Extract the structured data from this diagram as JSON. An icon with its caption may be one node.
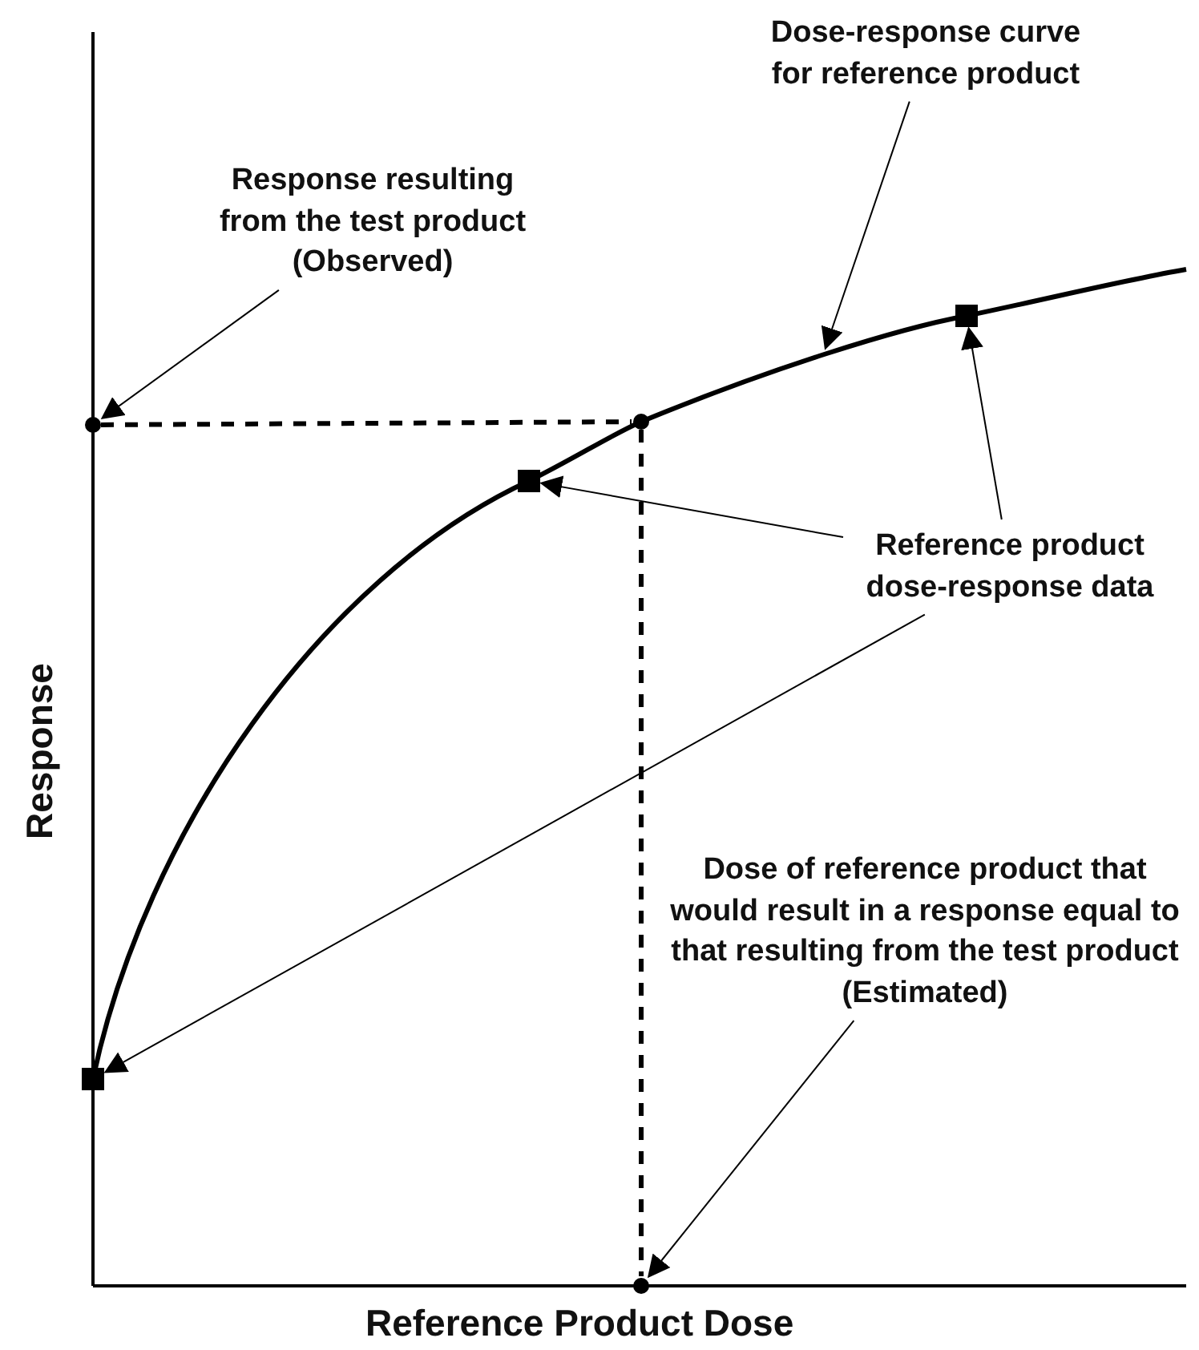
{
  "diagram": {
    "nodes": [
      {
        "text": [
          "Response resulting from the test product (Observed)"
        ]
      },
      {
        "text": [
          "Dose-response curve for reference product"
        ]
      },
      {
        "text": [
          "Reference product dose-response data"
        ]
      },
      {
        "text": [
          "Dose of reference product that would result in a response equal to that resulting from the test product (Estimated)"
        ]
      },
      {
        "text": [],
        "shape": "circle"
      },
      {
        "text": [],
        "shape": "box"
      },
      {
        "text": [],
        "shape": "box"
      },
      {
        "text": [],
        "shape": "box"
      },
      {
        "text": [],
        "shape": "circle"
      },
      {
        "text": [],
        "shape": "circle"
      }
    ],
    "edges": [
      {
        "from": 0,
        "to": 4,
        "arrow": "to"
      },
      {
        "from": 1,
        "to": null,
        "arrow": "to"
      },
      {
        "from": 2,
        "to": 6,
        "arrow": "to"
      },
      {
        "from": 2,
        "to": 5,
        "arrow": "to"
      },
      {
        "from": 2,
        "to": 7,
        "arrow": "to"
      },
      {
        "from": 3,
        "to": 8,
        "arrow": "to"
      },
      {
        "from": 4,
        "to": 9,
        "arrow": "none",
        "style": "dashed"
      },
      {
        "from": 9,
        "to": 8,
        "arrow": "none",
        "style": "dashed"
      }
    ],
    "labels": [
      "Response",
      "Reference Product Dose"
    ]
  }
}
